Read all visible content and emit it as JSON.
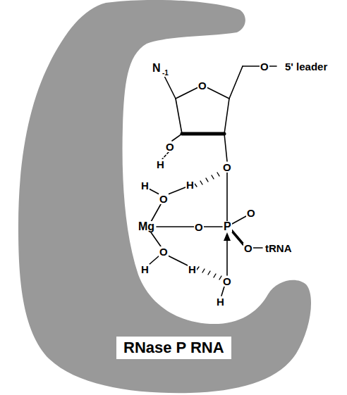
{
  "diagram": {
    "nodes": [
      {
        "text": [
          "RNase P RNA"
        ]
      }
    ],
    "labels": [
      "N",
      "-1",
      "O",
      "O",
      "5' leader",
      "O",
      "H",
      "H",
      "O",
      "H",
      "O",
      "Mg",
      "O",
      "P",
      "O",
      "O",
      "tRNA",
      "H",
      "O",
      "H",
      "O",
      "H"
    ]
  }
}
